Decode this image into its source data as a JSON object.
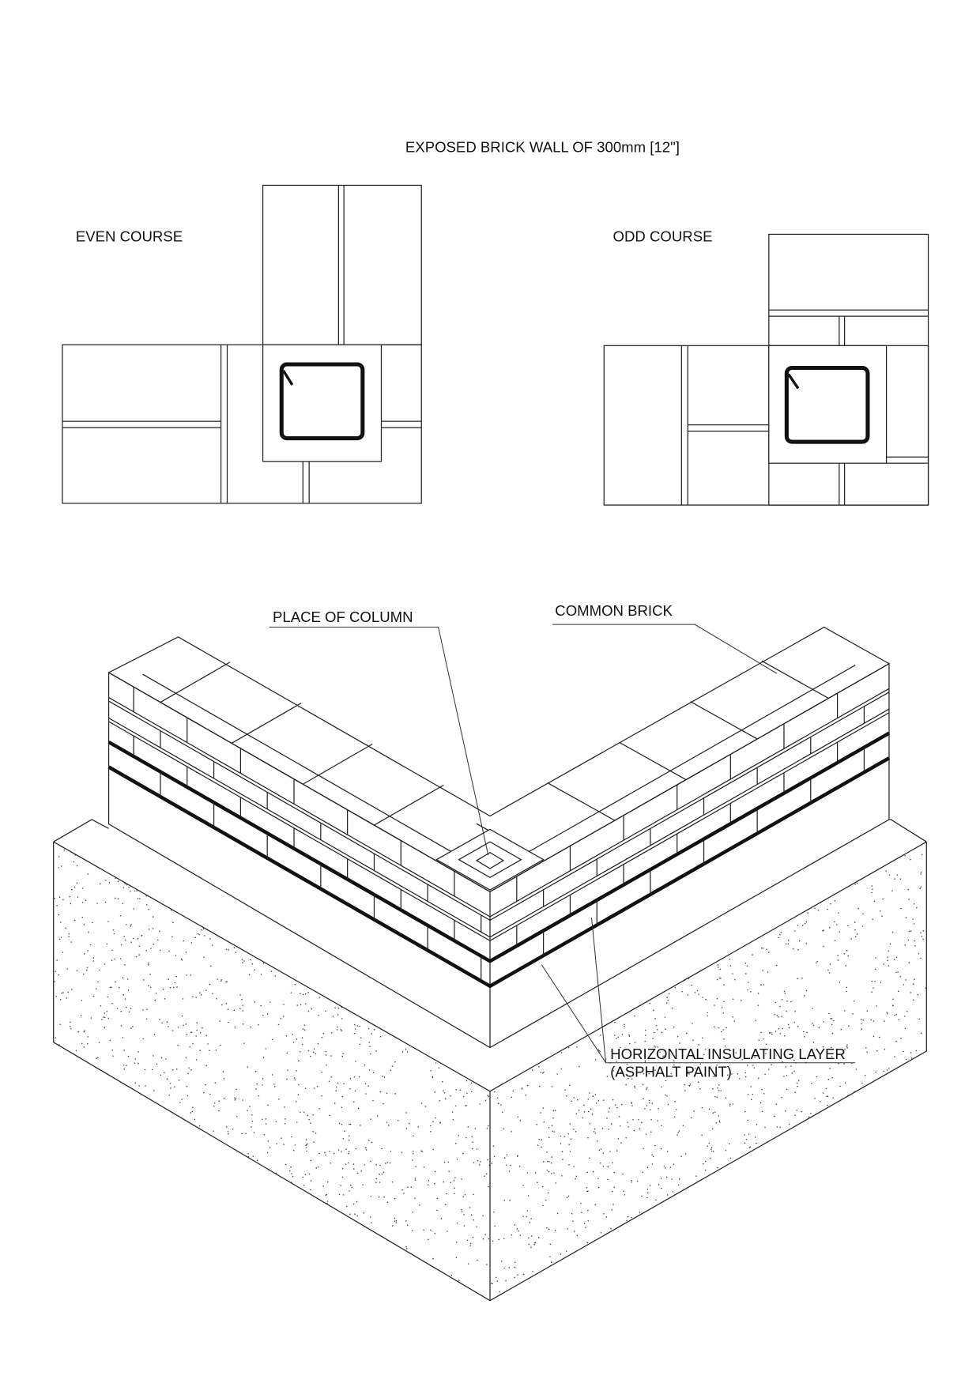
{
  "title": "EXPOSED BRICK WALL OF 300mm [12\"]",
  "plans": {
    "even": {
      "label": "EVEN COURSE"
    },
    "odd": {
      "label": "ODD COURSE"
    }
  },
  "isometric": {
    "labels": {
      "place_of_column": "PLACE OF COLUMN",
      "common_brick": "COMMON BRICK",
      "insulating_layer": "HORIZONTAL INSULATING LAYER",
      "insulating_note": "(ASPHALT PAINT)"
    }
  },
  "colors": {
    "line": "#222222",
    "background": "#ffffff"
  }
}
